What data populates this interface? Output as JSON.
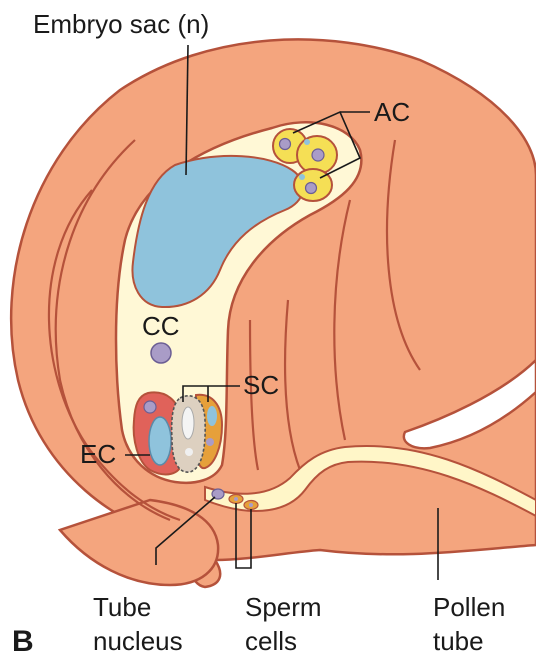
{
  "panel_letter": "B",
  "labels": {
    "embryo_sac": "Embryo sac (n)",
    "ac": "AC",
    "cc": "CC",
    "sc": "SC",
    "ec": "EC",
    "tube_nucleus_line1": "Tube",
    "tube_nucleus_line2": "nucleus",
    "sperm_cells_line1": "Sperm",
    "sperm_cells_line2": "cells",
    "pollen_tube_line1": "Pollen",
    "pollen_tube_line2": "tube"
  },
  "colors": {
    "ovule_tissue": "#f4a57e",
    "tissue_outline": "#b5523b",
    "embryo_sac_cytoplasm": "#fff8d6",
    "central_cell_vacuole": "#8fc3dc",
    "antipodal_cells": "#f5df55",
    "egg_cell": "#e0625a",
    "nucleus": "#a99cc7",
    "synergid_cell": "#e6a03a",
    "degenerating_synergid": "#ddd0c0"
  }
}
